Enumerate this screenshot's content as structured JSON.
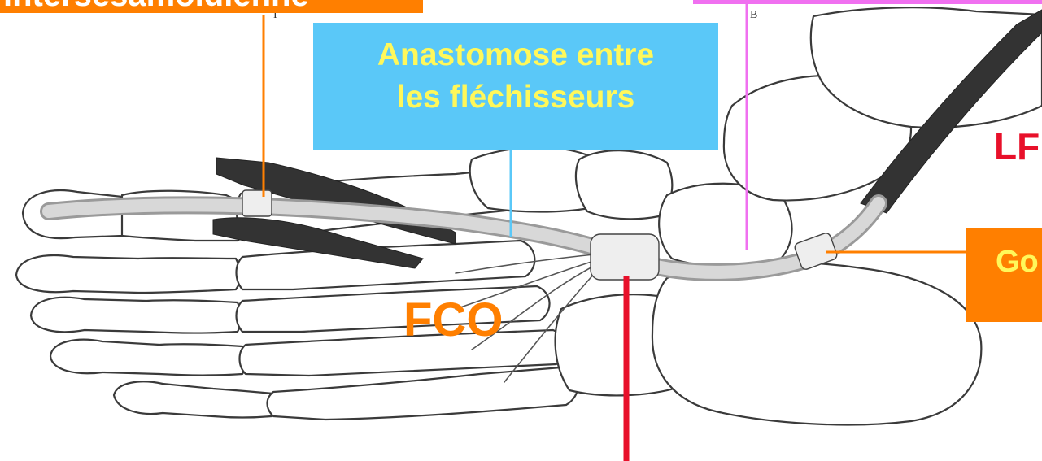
{
  "labels": {
    "intersesamoidienne": "intersésamoïdienne",
    "anastomose_line1": "Anastomose entre",
    "anastomose_line2": "les fléchisseurs",
    "lf_partial": "LF",
    "gouttiere_partial": "Go",
    "fco": "FCO"
  },
  "figure_marks": {
    "letter_i": "I",
    "letter_b": "B"
  },
  "colors": {
    "orange": "#ff7f00",
    "sky_blue": "#5ac8f8",
    "yellow_text": "#fff85a",
    "red": "#e8102a",
    "pink": "#f070f0",
    "bone_outline": "#3a3a3a",
    "tendon_fill": "#d8d8d8",
    "muscle_fill": "#333333"
  }
}
